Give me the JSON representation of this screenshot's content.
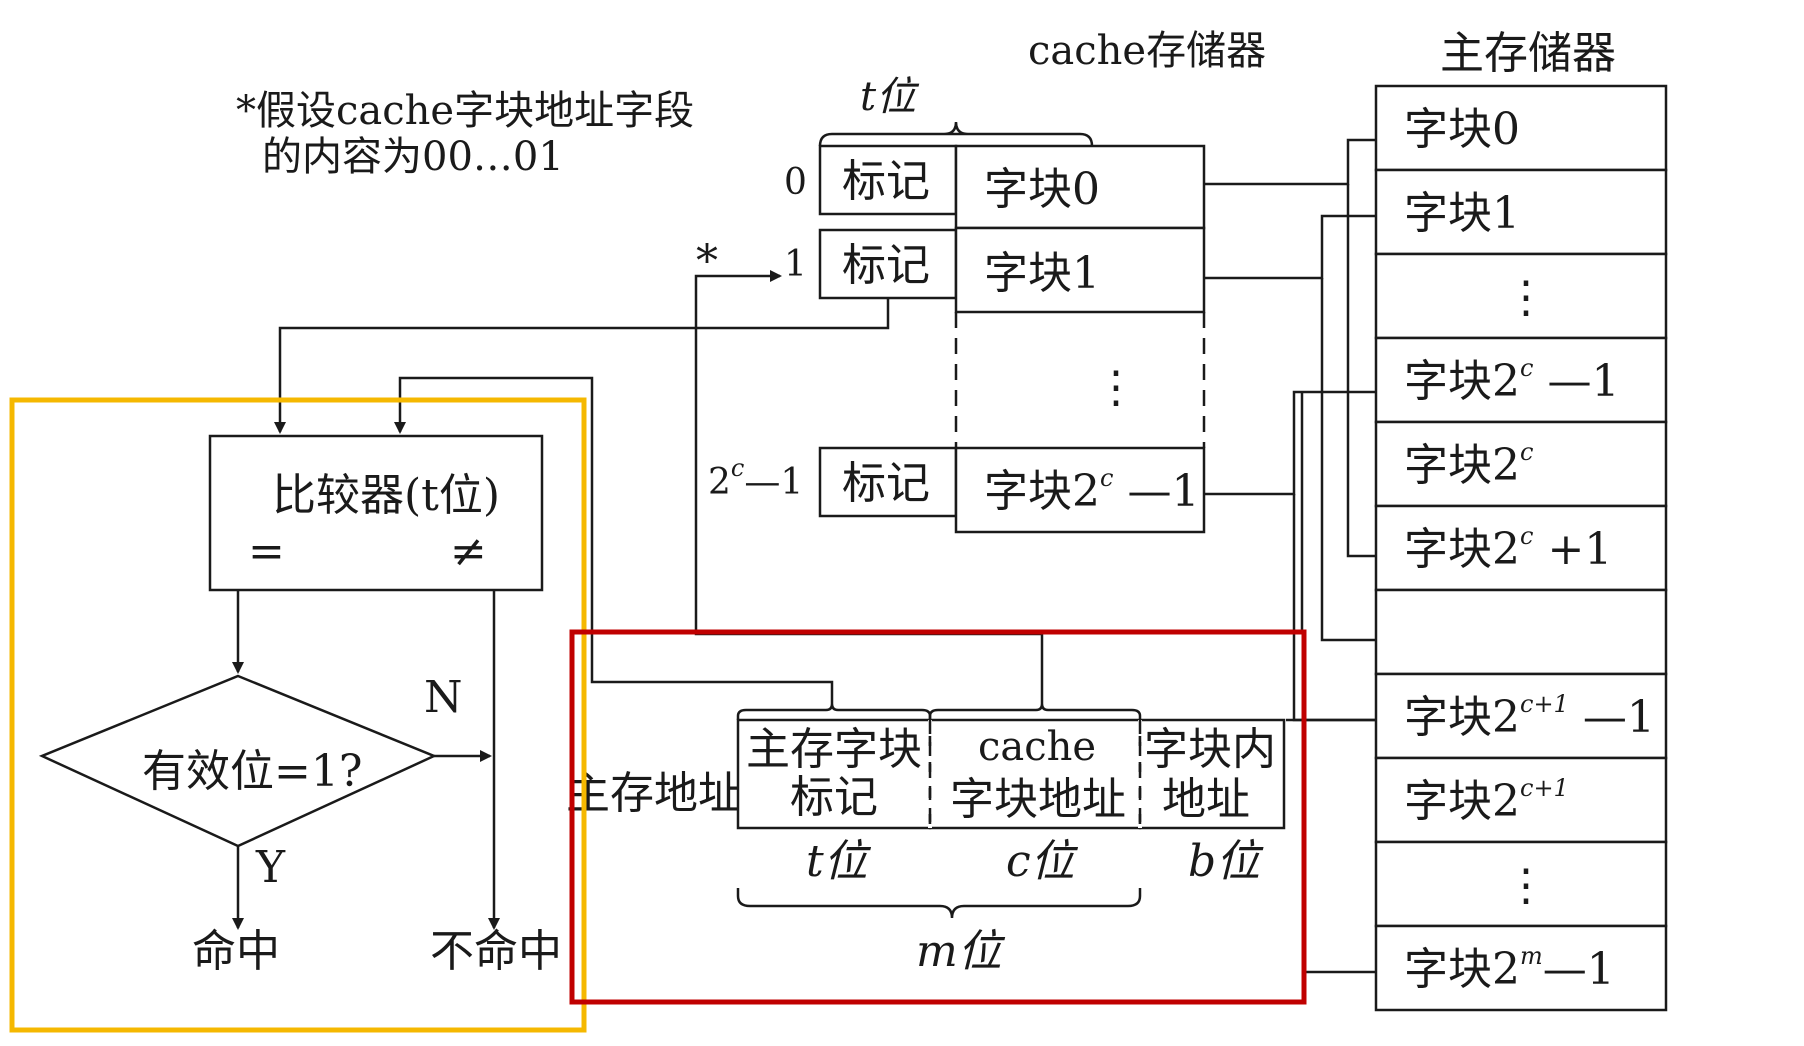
{
  "note": {
    "line1": "*假设cache字块地址字段",
    "line2": "的内容为00…01"
  },
  "cache": {
    "title": "cache存储器",
    "tag_width_label": "t位",
    "tag_label": "标记",
    "star": "*",
    "rows": [
      {
        "index": "0",
        "block": "字块0"
      },
      {
        "index": "1",
        "block": "字块1"
      },
      {
        "index": "2",
        "index_sup": "c",
        "index_suffix": "—1",
        "block": "字块2",
        "block_sup": "c",
        "block_suffix": " —1"
      }
    ],
    "ellipsis": "⋮"
  },
  "memory": {
    "title": "主存储器",
    "rows": [
      {
        "text": "字块0"
      },
      {
        "text": "字块1"
      },
      {
        "text": "⋮"
      },
      {
        "text": "字块2",
        "sup": "c",
        "suffix": " —1"
      },
      {
        "text": "字块2",
        "sup": "c",
        "suffix": ""
      },
      {
        "text": "字块2",
        "sup": "c",
        "suffix": " +1"
      },
      {
        "text": ""
      },
      {
        "text": "字块2",
        "sup": "c+1",
        "suffix": " —1"
      },
      {
        "text": "字块2",
        "sup": "c+1",
        "suffix": ""
      },
      {
        "text": "⋮"
      },
      {
        "text": "字块2",
        "sup": "m",
        "suffix": "—1"
      }
    ]
  },
  "address": {
    "label": "主存地址",
    "fields": [
      {
        "line1": "主存字块",
        "line2": "标记",
        "width_label": "t位"
      },
      {
        "line1": "cache",
        "line2": "字块地址",
        "width_label": "c位"
      },
      {
        "line1": "字块内",
        "line2": "地址",
        "width_label": "b位"
      }
    ],
    "total_label": "m位"
  },
  "comparator": {
    "label": "比较器(t位)",
    "eq": "=",
    "neq": "≠"
  },
  "valid": {
    "label": "有效位=1?",
    "no": "N",
    "yes": "Y"
  },
  "results": {
    "hit": "命中",
    "miss": "不命中"
  },
  "colors": {
    "yellow_frame": "#F5B800",
    "red_frame": "#C00000",
    "ink": "#1a1a1a"
  }
}
